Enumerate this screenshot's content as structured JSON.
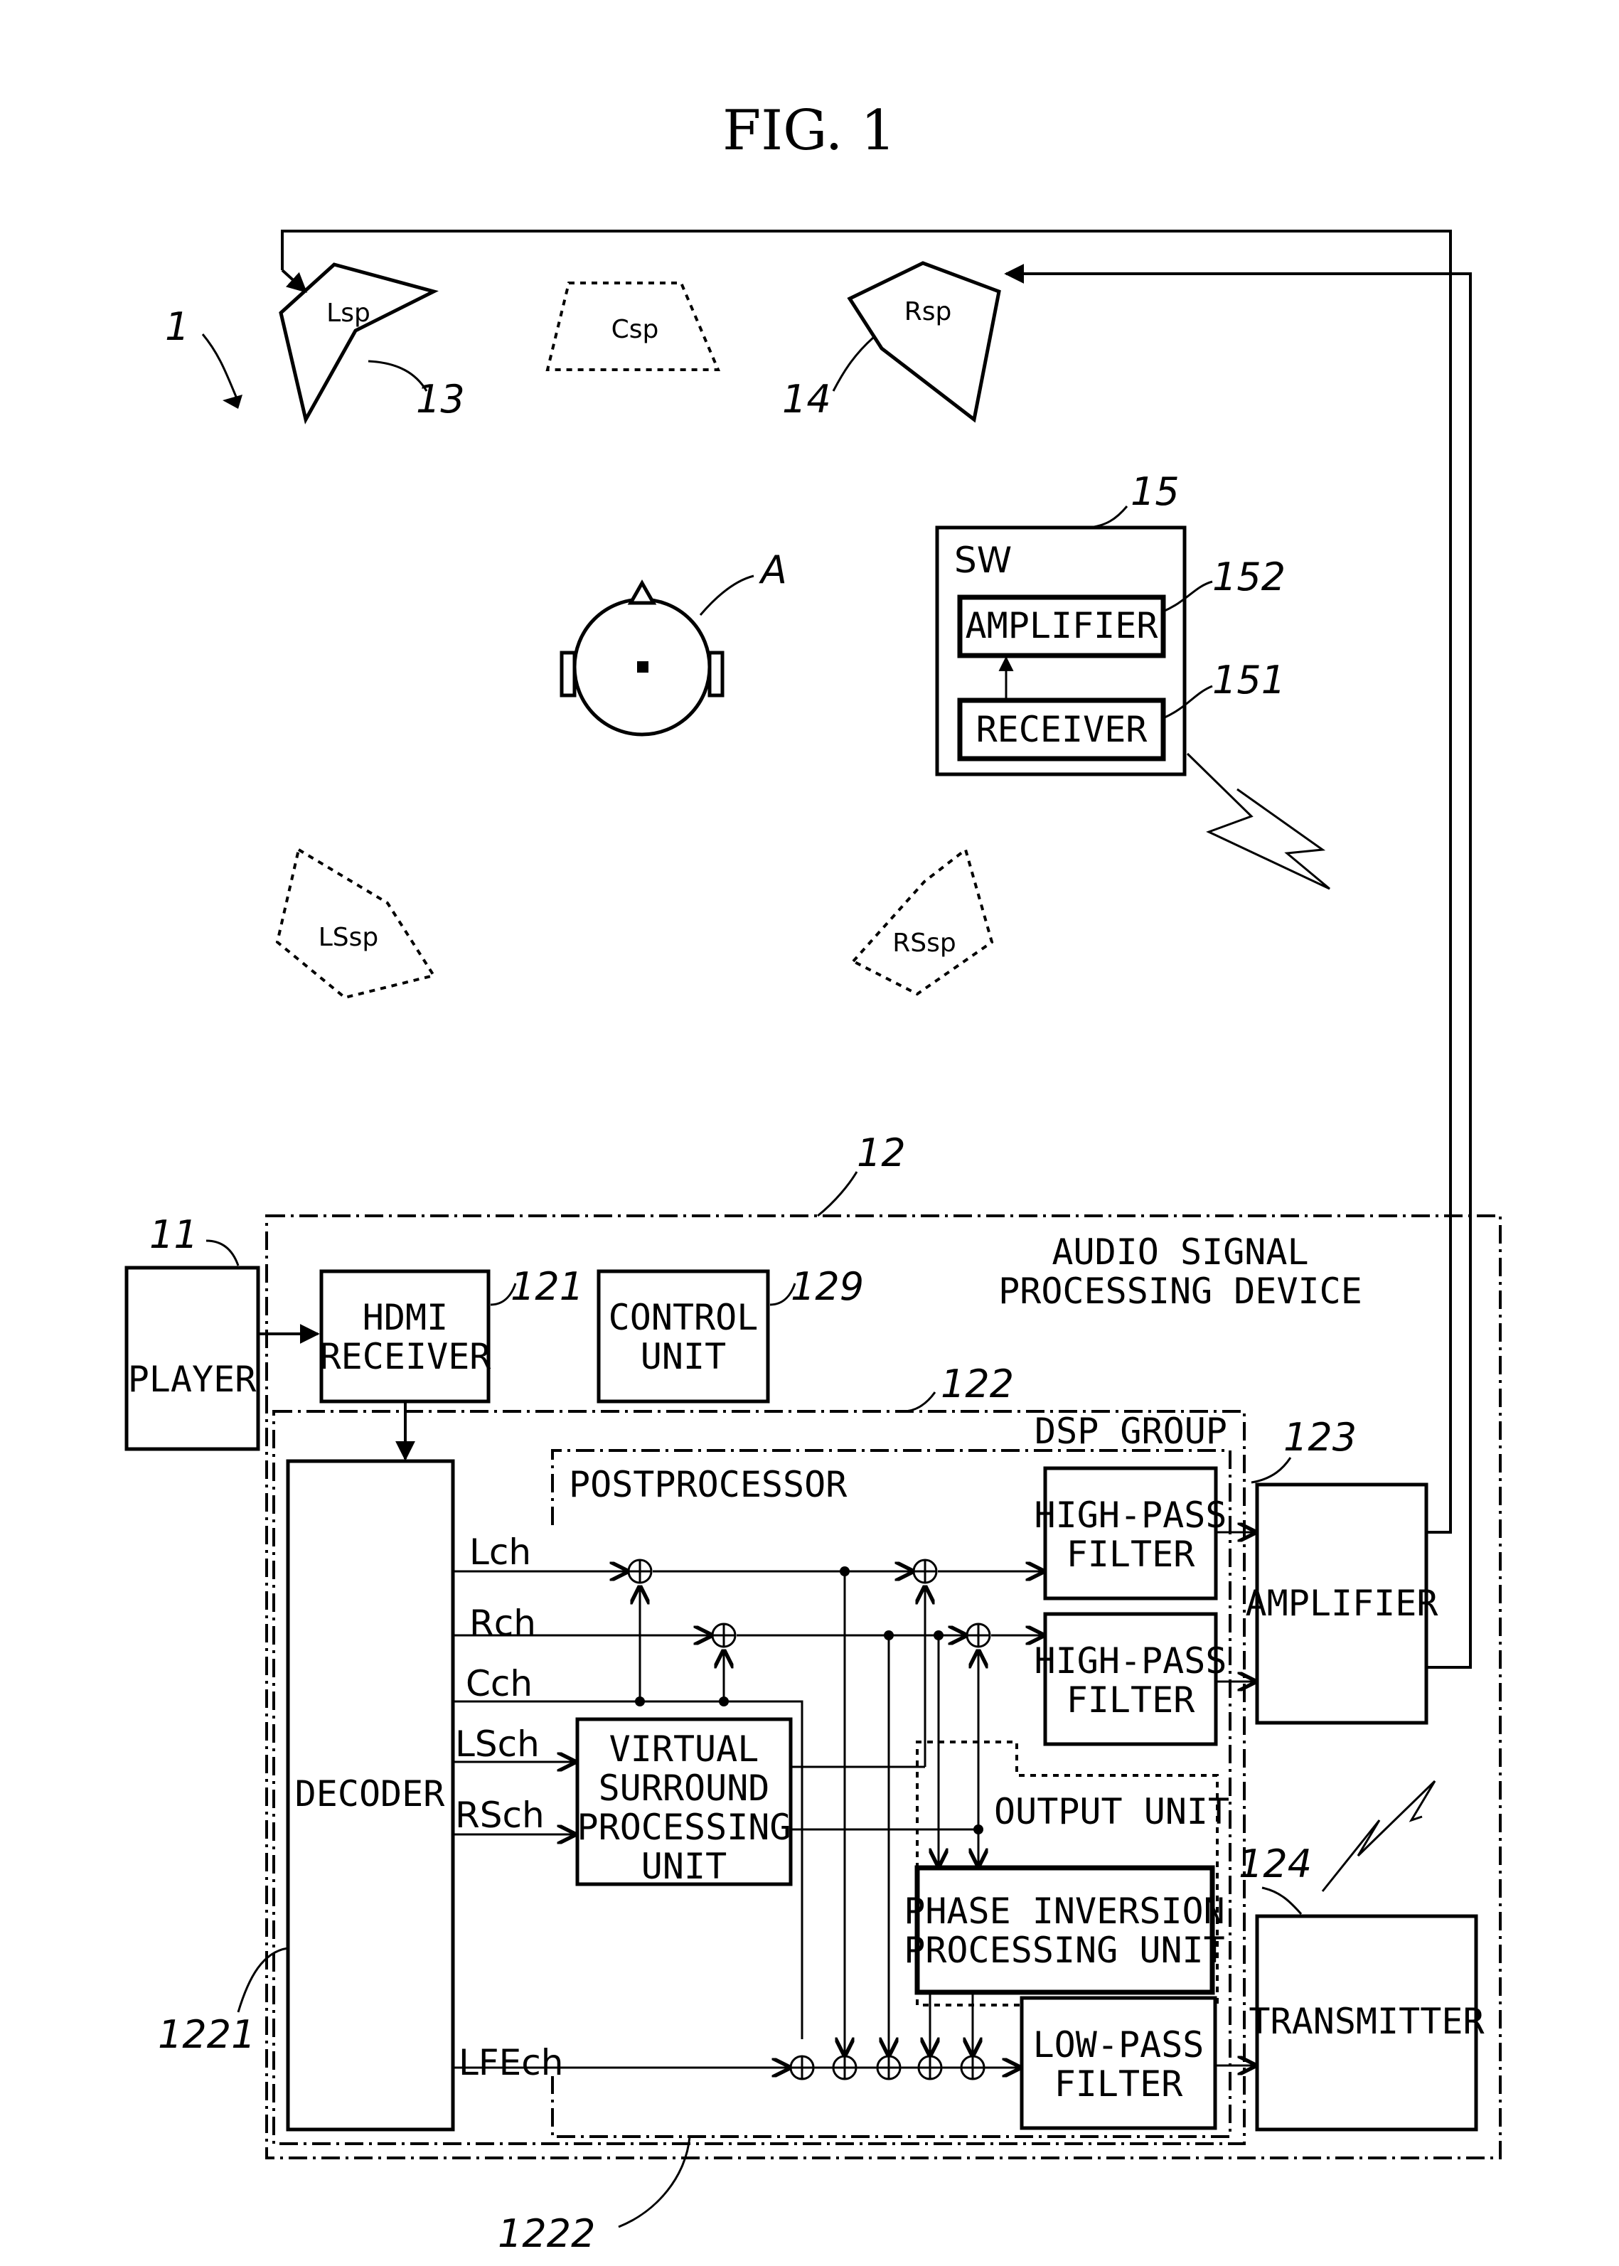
{
  "figure_title": "FIG. 1",
  "refs": {
    "system": "1",
    "player": "11",
    "device": "12",
    "lsp": "13",
    "rsp": "14",
    "sw": "15",
    "hdmi": "121",
    "dsp": "122",
    "amplifier": "123",
    "transmitter": "124",
    "control": "129",
    "receiver": "151",
    "sw_amplifier": "152",
    "decoder": "1221",
    "postprocessor": "1222",
    "listener": "A"
  },
  "speakers": {
    "lsp": "Lsp",
    "csp": "Csp",
    "rsp": "Rsp",
    "lssp": "LSsp",
    "rssp": "RSsp"
  },
  "sw_unit": {
    "label": "SW",
    "amplifier": "AMPLIFIER",
    "receiver": "RECEIVER"
  },
  "device": {
    "title_line1": "AUDIO SIGNAL",
    "title_line2": "PROCESSING DEVICE"
  },
  "blocks": {
    "player": "PLAYER",
    "hdmi_line1": "HDMI",
    "hdmi_line2": "RECEIVER",
    "control_line1": "CONTROL",
    "control_line2": "UNIT",
    "dsp_group": "DSP GROUP",
    "postprocessor": "POSTPROCESSOR",
    "decoder": "DECODER",
    "vs_line1": "VIRTUAL",
    "vs_line2": "SURROUND",
    "vs_line3": "PROCESSING",
    "vs_line4": "UNIT",
    "hpf1_line1": "HIGH-PASS",
    "hpf1_line2": "FILTER",
    "hpf2_line1": "HIGH-PASS",
    "hpf2_line2": "FILTER",
    "output_unit": "OUTPUT UNIT",
    "phase_line1": "PHASE INVERSION",
    "phase_line2": "PROCESSING UNIT",
    "lpf_line1": "LOW-PASS",
    "lpf_line2": "FILTER",
    "amplifier": "AMPLIFIER",
    "transmitter": "TRANSMITTER"
  },
  "channels": {
    "lch": "Lch",
    "rch": "Rch",
    "cch": "Cch",
    "lsch": "LSch",
    "rsch": "RSch",
    "lfech": "LFEch"
  }
}
